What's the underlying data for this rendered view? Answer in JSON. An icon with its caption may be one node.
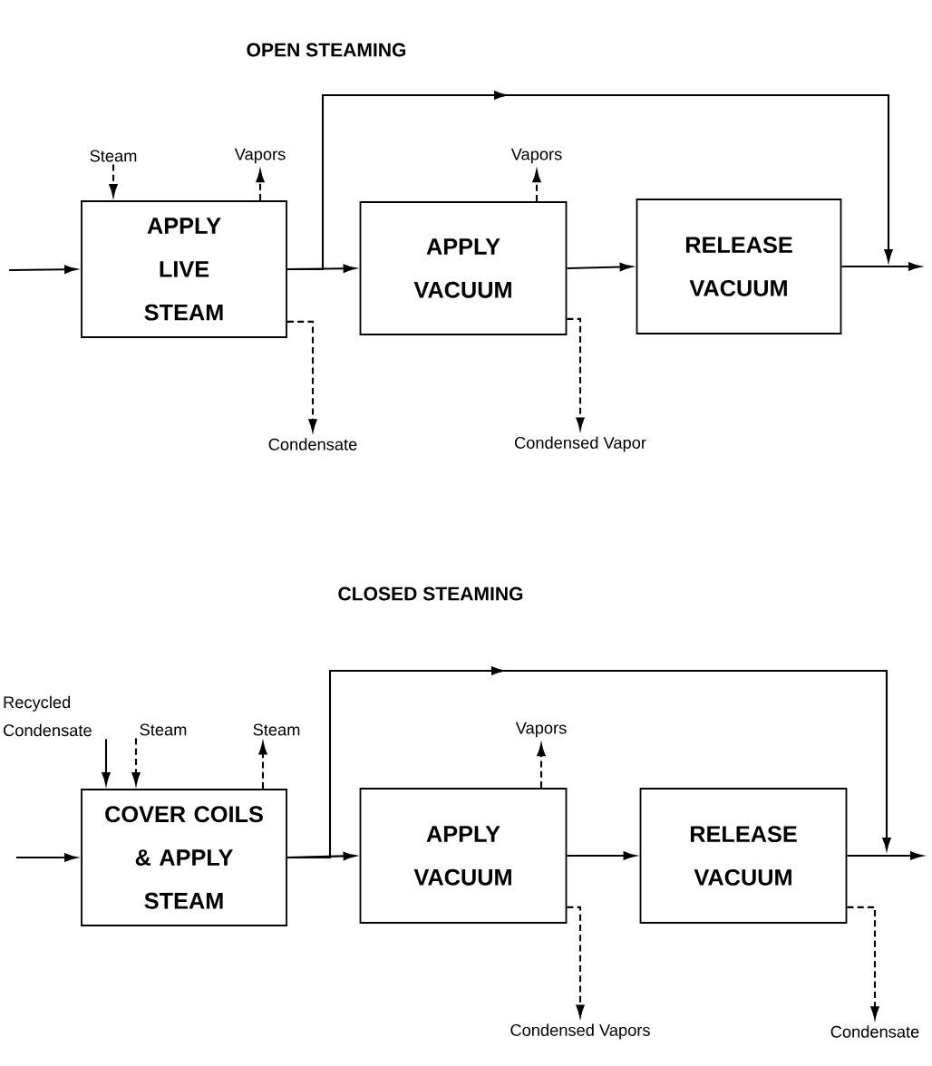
{
  "diagram": {
    "nodes": [
      {
        "text": [
          "APPLY LIVE STEAM"
        ]
      },
      {
        "text": [
          "APPLY VACUUM"
        ]
      },
      {
        "text": [
          "RELEASE VACUUM"
        ]
      },
      {
        "text": [
          "Steam"
        ]
      },
      {
        "text": [
          "Vapors"
        ]
      },
      {
        "text": [
          "Condensate"
        ]
      },
      {
        "text": [
          "Vapors"
        ]
      },
      {
        "text": [
          "Condensed Vapor"
        ]
      },
      {
        "text": [
          "COVER COILS & APPLY STEAM"
        ]
      },
      {
        "text": [
          "APPLY VACUUM"
        ]
      },
      {
        "text": [
          "RELEASE VACUUM"
        ]
      },
      {
        "text": [
          "Recycled Condensate"
        ]
      },
      {
        "text": [
          "Steam"
        ]
      },
      {
        "text": [
          "Steam"
        ]
      },
      {
        "text": [
          "Vapors"
        ]
      },
      {
        "text": [
          "Condensed Vapors"
        ]
      },
      {
        "text": [
          "Condensate"
        ]
      }
    ],
    "edges": [
      {
        "from": null,
        "to": 0,
        "arrow": "to"
      },
      {
        "from": 3,
        "to": 0,
        "arrow": "to",
        "style": "dashed"
      },
      {
        "from": 0,
        "to": 4,
        "arrow": "to",
        "style": "dashed"
      },
      {
        "from": 0,
        "to": 1,
        "arrow": "to"
      },
      {
        "from": 0,
        "to": null,
        "arrow": "to"
      },
      {
        "from": 0,
        "to": 5,
        "arrow": "to",
        "style": "dashed"
      },
      {
        "from": 1,
        "to": 6,
        "arrow": "to",
        "style": "dashed"
      },
      {
        "from": 1,
        "to": 2,
        "arrow": "to"
      },
      {
        "from": 1,
        "to": 7,
        "arrow": "to",
        "style": "dashed"
      },
      {
        "from": 2,
        "to": null,
        "arrow": "to"
      },
      {
        "from": null,
        "to": 8,
        "arrow": "to"
      },
      {
        "from": 11,
        "to": 8,
        "arrow": "to"
      },
      {
        "from": 12,
        "to": 8,
        "arrow": "to",
        "style": "dashed"
      },
      {
        "from": 8,
        "to": 13,
        "arrow": "to",
        "style": "dashed"
      },
      {
        "from": 8,
        "to": 9,
        "arrow": "to"
      },
      {
        "from": 8,
        "to": null,
        "arrow": "to"
      },
      {
        "from": 9,
        "to": 14,
        "arrow": "to",
        "style": "dashed"
      },
      {
        "from": 9,
        "to": 10,
        "arrow": "to"
      },
      {
        "from": 9,
        "to": 15,
        "arrow": "to",
        "style": "dashed"
      },
      {
        "from": 10,
        "to": 16,
        "arrow": "to",
        "style": "dashed"
      },
      {
        "from": 10,
        "to": null,
        "arrow": "to"
      }
    ],
    "labels": [
      "OPEN STEAMING",
      "CLOSED STEAMING"
    ]
  }
}
